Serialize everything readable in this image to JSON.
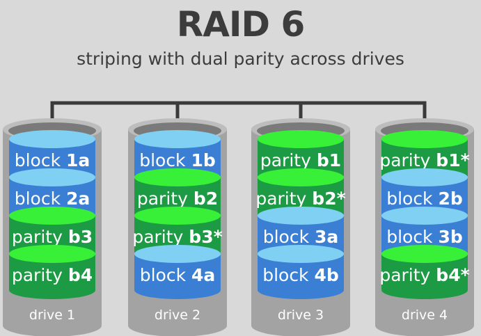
{
  "title": "RAID 6",
  "subtitle": "striping with dual parity across drives",
  "colors": {
    "background": "#d9d9d9",
    "drive_body": "#a3a3a3",
    "drive_top": "#bdbdbd",
    "drive_dark": "#7a7a7a",
    "connector": "#3a3a3a",
    "data_block": "#3a7fd4",
    "data_block_top": "#7fd0f2",
    "parity_block": "#1d9a44",
    "parity_block_top": "#38f038"
  },
  "drives": [
    {
      "label": "drive 1",
      "blocks": [
        {
          "kind": "data",
          "word": "block",
          "id": "1a"
        },
        {
          "kind": "data",
          "word": "block",
          "id": "2a"
        },
        {
          "kind": "parity",
          "word": "parity",
          "id": "b3"
        },
        {
          "kind": "parity",
          "word": "parity",
          "id": "b4"
        }
      ]
    },
    {
      "label": "drive 2",
      "blocks": [
        {
          "kind": "data",
          "word": "block",
          "id": "1b"
        },
        {
          "kind": "parity",
          "word": "parity",
          "id": "b2"
        },
        {
          "kind": "parity",
          "word": "parity",
          "id": "b3*"
        },
        {
          "kind": "data",
          "word": "block",
          "id": "4a"
        }
      ]
    },
    {
      "label": "drive 3",
      "blocks": [
        {
          "kind": "parity",
          "word": "parity",
          "id": "b1"
        },
        {
          "kind": "parity",
          "word": "parity",
          "id": "b2*"
        },
        {
          "kind": "data",
          "word": "block",
          "id": "3a"
        },
        {
          "kind": "data",
          "word": "block",
          "id": "4b"
        }
      ]
    },
    {
      "label": "drive 4",
      "blocks": [
        {
          "kind": "parity",
          "word": "parity",
          "id": "b1*"
        },
        {
          "kind": "data",
          "word": "block",
          "id": "2b"
        },
        {
          "kind": "data",
          "word": "block",
          "id": "3b"
        },
        {
          "kind": "parity",
          "word": "parity",
          "id": "b4*"
        }
      ]
    }
  ]
}
